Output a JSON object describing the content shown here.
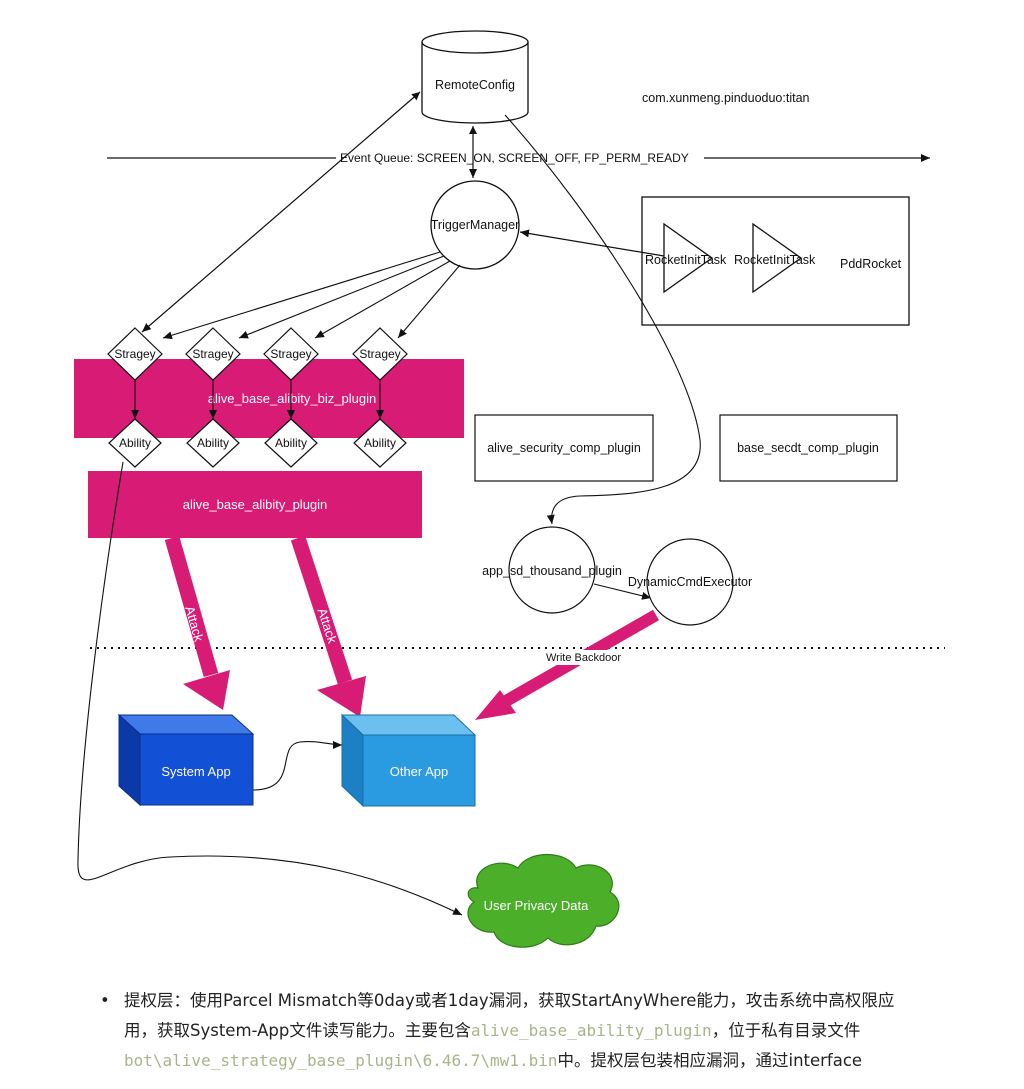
{
  "nodes": {
    "remote_config": "RemoteConfig",
    "package_name": "com.xunmeng.pinduoduo:titan",
    "event_queue": "Event Queue:  SCREEN_ON, SCREEN_OFF, FP_PERM_READY",
    "trigger_manager": "TriggerManager",
    "rocket_init_task_1": "RocketInitTask",
    "rocket_init_task_2": "RocketInitTask",
    "pdd_rocket": "PddRocket",
    "strategy": [
      "Stragey",
      "Stragey",
      "Stragey",
      "Stragey"
    ],
    "ability": [
      "Ability",
      "Ability",
      "Ability",
      "Ability"
    ],
    "biz_plugin": "alive_base_alibity_biz_plugin",
    "base_plugin": "alive_base_alibity_plugin",
    "security_plugin": "alive_security_comp_plugin",
    "secdt_plugin": "base_secdt_comp_plugin",
    "sd_plugin": "app_sd_thousand_plugin",
    "dynamic_executor": "DynamicCmdExecutor",
    "attack_1": "Attack",
    "attack_2": "Attack",
    "write_backdoor": "Write Backdoor",
    "system_app": "System App",
    "other_app": "Other App",
    "user_privacy": "User Privacy Data"
  },
  "colors": {
    "magenta": "#d81b74",
    "system_app": "#1250d6",
    "other_app": "#2a9be0",
    "cloud": "#4caf2a"
  },
  "bullet": {
    "line1": "提权层：使用Parcel Mismatch等0day或者1day漏洞，获取StartAnyWhere能力，攻击系统中高权限应",
    "line2_a": "用，获取System-App文件读写能力。主要包含",
    "line2_code": "alive_base_ability_plugin",
    "line2_b": "，位于私有目录文件",
    "line3_code": "bot\\alive_strategy_base_plugin\\6.46.7\\mw1.bin",
    "line3_b": "中。提权层包装相应漏洞，通过interface"
  }
}
